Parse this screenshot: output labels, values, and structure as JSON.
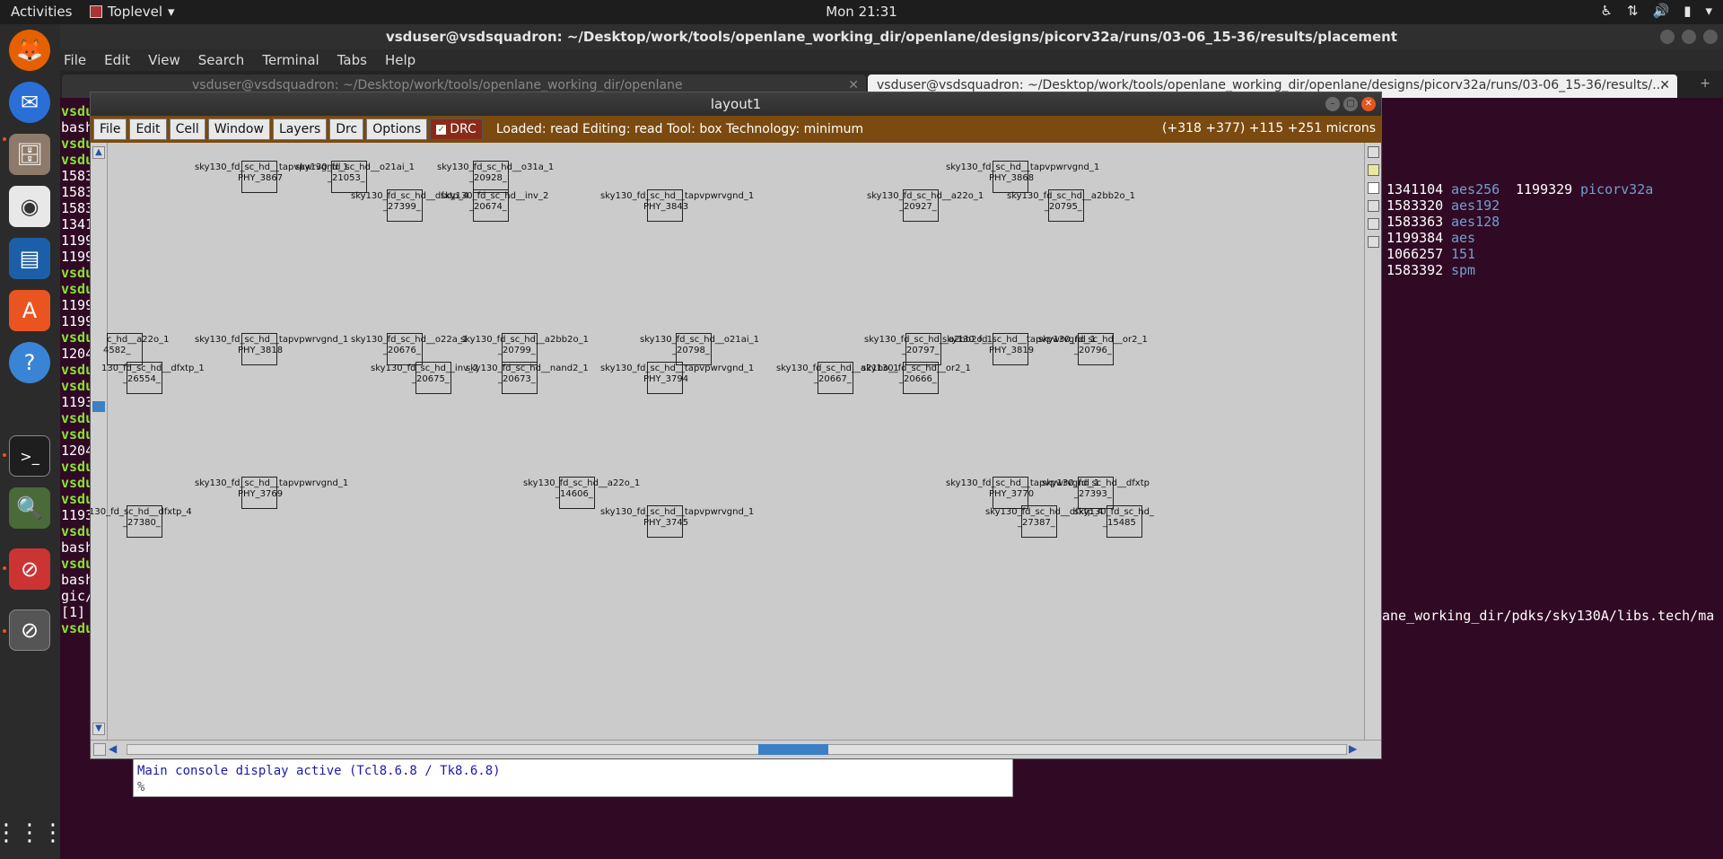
{
  "topbar": {
    "activities": "Activities",
    "app_name": "Toplevel",
    "clock": "Mon 21:31"
  },
  "terminal": {
    "title": "vsduser@vsdsquadron: ~/Desktop/work/tools/openlane_working_dir/openlane/designs/picorv32a/runs/03-06_15-36/results/placement",
    "menu": [
      "File",
      "Edit",
      "View",
      "Search",
      "Terminal",
      "Tabs",
      "Help"
    ],
    "tabs": [
      "vsduser@vsdsquadron: ~/Desktop/work/tools/openlane_working_dir/openlane",
      "vsduser@vsdsquadron: ~/Desktop/work/tools/openlane_working_dir/openlane/designs/picorv32a/runs/03-06_15-36/results/..."
    ],
    "left_lines": [
      "vsdu",
      "bash",
      "vsdu",
      "vsdu",
      "1583",
      "1583",
      "1583",
      "1341",
      "1199",
      "1199",
      "vsdu",
      "vsdu",
      "1199",
      "1199",
      "vsdu",
      "1204",
      "vsdu",
      "vsdu",
      "1193",
      "vsdu",
      "vsdu",
      "1204",
      "vsdu",
      "vsdu",
      "vsdu",
      "1193",
      "vsdu",
      "bash",
      "vsdu",
      "bash",
      "gic/",
      "[1]",
      "vsdu"
    ],
    "right_rows": [
      {
        "num": "1341104",
        "name": "aes256",
        "num2": "1199329",
        "name2": "picorv32a"
      },
      {
        "num": "1583320",
        "name": "aes192"
      },
      {
        "num": "1583363",
        "name": "aes128"
      },
      {
        "num": "1199384",
        "name": "aes"
      },
      {
        "num": "1066257",
        "name": "151"
      },
      {
        "num": "1583392",
        "name": "spm"
      }
    ],
    "path_line": "ane_working_dir/pdks/sky130A/libs.tech/ma"
  },
  "console": {
    "line": "Main console display active (Tcl8.6.8 / Tk8.6.8)",
    "prompt": "%"
  },
  "layout": {
    "title": "layout1",
    "menus": [
      "File",
      "Edit",
      "Cell",
      "Window",
      "Layers",
      "Drc",
      "Options"
    ],
    "drc_label": "DRC",
    "status": "Loaded: read Editing: read Tool: box  Technology: minimum",
    "coords": "(+318 +377) +115 +251 microns",
    "cells": [
      {
        "label": "sky130_fd_sc_hd__tapvpwrvgnd_1",
        "inst": "PHY_3867"
      },
      {
        "label": "sky130_fd_sc_hd__o21ai_1",
        "inst": "_21053_"
      },
      {
        "label": "sky130_fd_sc_hd__o31a_1",
        "inst": "_20928_"
      },
      {
        "label": "sky130_fd_sc_hd__dfxtp_4",
        "inst": "_27399_"
      },
      {
        "label": "sky130_fd_sc_hd__inv_2",
        "inst": "_20674_"
      },
      {
        "label": "sky130_fd_sc_hd__tapvpwrvgnd_1",
        "inst": "PHY_3843"
      },
      {
        "label": "sky130_fd_sc_hd__a22o_1",
        "inst": "_20927_"
      },
      {
        "label": "sky130_fd_sc_hd__tapvpwrvgnd_1",
        "inst": "PHY_3868"
      },
      {
        "label": "sky130_fd_sc_hd__a2bb2o_1",
        "inst": "_20795_"
      },
      {
        "label": "c_hd__a22o_1",
        "inst": "4582_"
      },
      {
        "label": "sky130_fd_sc_hd__tapvpwrvgnd_1",
        "inst": "PHY_3818"
      },
      {
        "label": "sky130_fd_sc_hd__o22a_1",
        "inst": "_20676_"
      },
      {
        "label": "sky130_fd_sc_hd__a2bb2o_1",
        "inst": "_20799_"
      },
      {
        "label": "sky130_fd_sc_hd__o21ai_1",
        "inst": "_20798_"
      },
      {
        "label": "sky130_fd_sc_hd__a2bb2o_1",
        "inst": "_20797_"
      },
      {
        "label": "sky130_fd_sc_hd__tapvpwrvgnd_1",
        "inst": "PHY_3819"
      },
      {
        "label": "sky130_fd_sc_hd__or2_1",
        "inst": "_20796_"
      },
      {
        "label": "130_fd_sc_hd__dfxtp_1",
        "inst": "_26554_"
      },
      {
        "label": "sky130_fd_sc_hd__inv_2",
        "inst": "_20675_"
      },
      {
        "label": "sky130_fd_sc_hd__nand2_1",
        "inst": "_20673_"
      },
      {
        "label": "sky130_fd_sc_hd__tapvpwrvgnd_1",
        "inst": "PHY_3794"
      },
      {
        "label": "sky130_fd_sc_hd__a21bo_1",
        "inst": "_20667_"
      },
      {
        "label": "sky130_fd_sc_hd__or2_1",
        "inst": "_20666_"
      },
      {
        "label": "sky130_fd_sc_hd__tapvpwrvgnd_1",
        "inst": "PHY_3769"
      },
      {
        "label": "sky130_fd_sc_hd__a22o_1",
        "inst": "_14606_"
      },
      {
        "label": "sky130_fd_sc_hd__tapvpwrvgnd_1",
        "inst": "PHY_3770"
      },
      {
        "label": "sky130_fd_sc_hd__dfxtp",
        "inst": "_27393_"
      },
      {
        "label": "130_fd_sc_hd__dfxtp_4",
        "inst": "_27380_"
      },
      {
        "label": "sky130_fd_sc_hd__tapvpwrvgnd_1",
        "inst": "PHY_3745"
      },
      {
        "label": "sky130_fd_sc_hd__dfxtp_4",
        "inst": "_27387_"
      },
      {
        "label": "sky130_fd_sc_hd_",
        "inst": "_15485"
      }
    ]
  },
  "dock": {
    "items": [
      "firefox-icon",
      "thunderbird-icon",
      "files-icon",
      "rhythmbox-icon",
      "writer-icon",
      "software-icon",
      "help-icon",
      "terminal-icon",
      "magic-icon",
      "blocked-app-icon",
      "blocked-app-icon",
      "apps-grid-icon"
    ]
  },
  "colors": {
    "accent": "#e95420",
    "magic_menubar": "#7a4a10",
    "terminal_bg": "#300a24",
    "prompt_green": "#8ae234",
    "dir_blue": "#729fcf"
  }
}
